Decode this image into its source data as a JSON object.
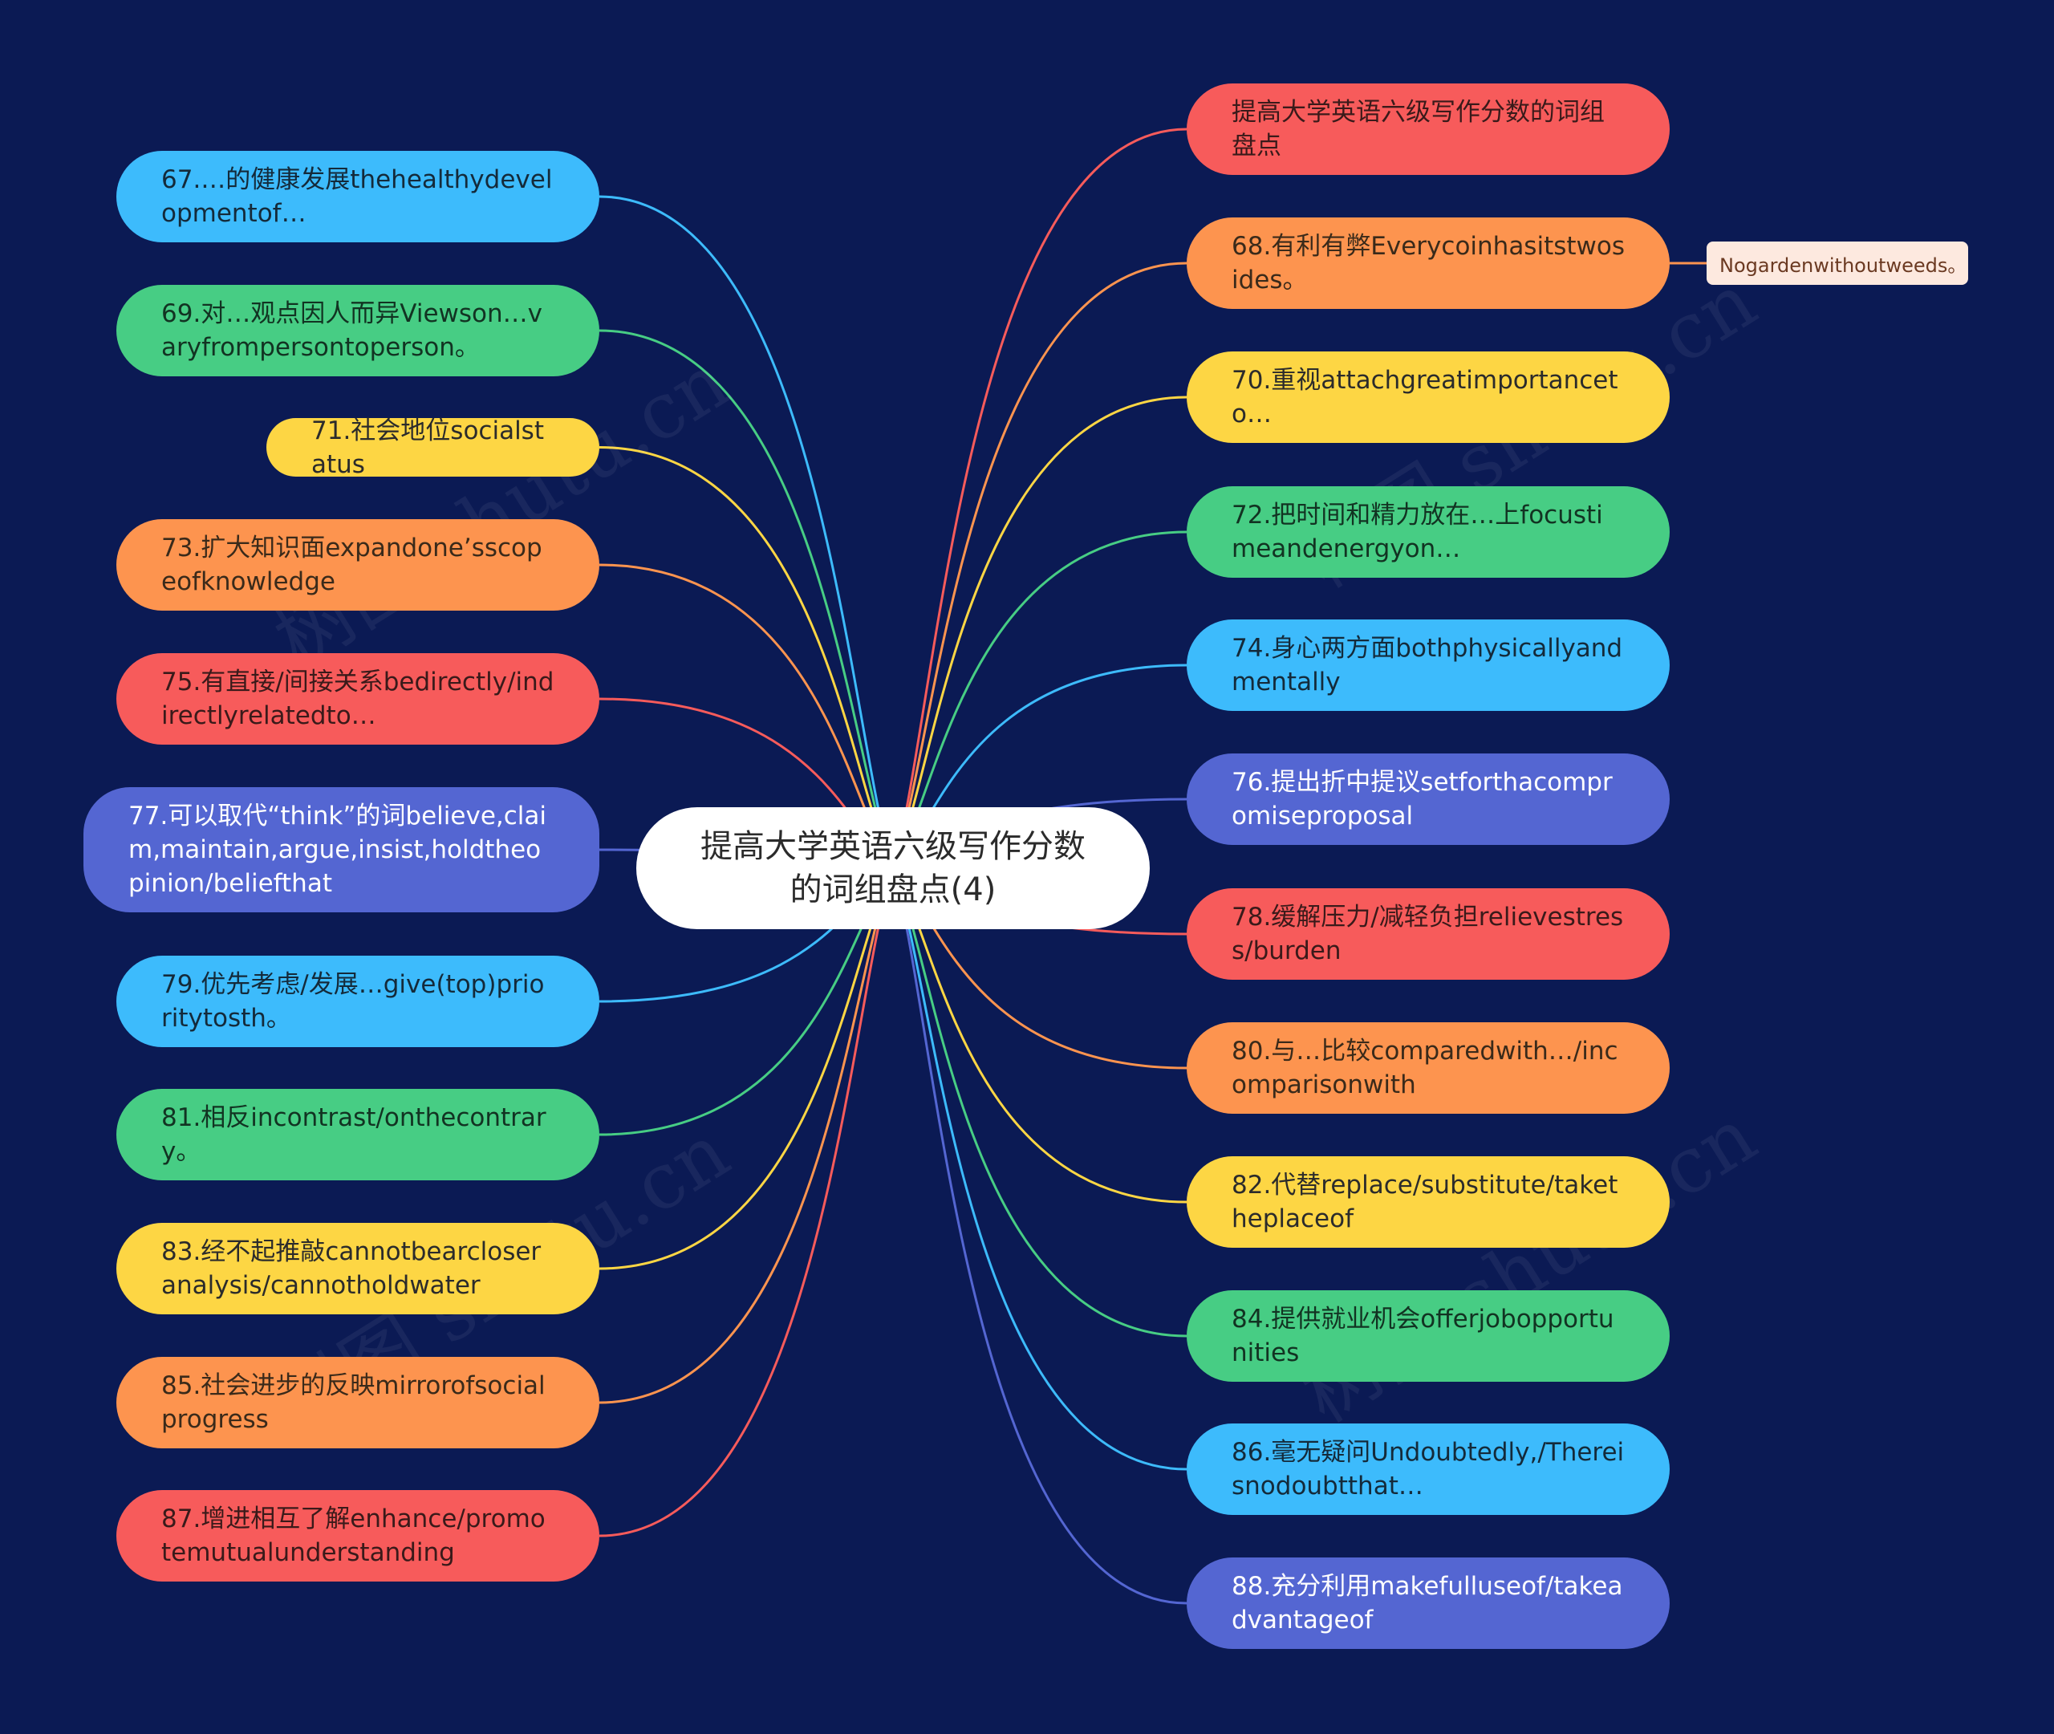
{
  "colors": {
    "background": "#0b1a54",
    "red": "#f75b5b",
    "orange": "#fd944f",
    "yellow": "#fdd644",
    "green": "#47cd84",
    "cyan": "#3dbbfc",
    "indigo": "#5466d2",
    "root": "#ffffff",
    "note": "#fde9df"
  },
  "root": {
    "label": "提高大学英语六级写作分数的词组盘点(4)"
  },
  "left": [
    {
      "label": "67.…的健康发展thehealthydevelopmentof…",
      "color": "cyan"
    },
    {
      "label": "69.对…观点因人而异Viewson…varyfrompersontoperson。",
      "color": "green"
    },
    {
      "label": "71.社会地位socialstatus",
      "color": "yellow"
    },
    {
      "label": "73.扩大知识面expandone’sscopeofknowledge",
      "color": "orange"
    },
    {
      "label": "75.有直接/间接关系bedirectly/indirectlyrelatedto…",
      "color": "red"
    },
    {
      "label": "77.可以取代“think”的词believe,claim,maintain,argue,insist,holdtheopinion/beliefthat",
      "color": "indigo"
    },
    {
      "label": "79.优先考虑/发展…give(top)prioritytosth。",
      "color": "cyan"
    },
    {
      "label": "81.相反incontrast/onthecontrary。",
      "color": "green"
    },
    {
      "label": "83.经不起推敲cannotbearcloseranalysis/cannotholdwater",
      "color": "yellow"
    },
    {
      "label": "85.社会进步的反映mirrorofsocialprogress",
      "color": "orange"
    },
    {
      "label": "87.增进相互了解enhance/promotemutualunderstanding",
      "color": "red"
    }
  ],
  "right": [
    {
      "label": "提高大学英语六级写作分数的词组盘点",
      "color": "red"
    },
    {
      "label": "68.有利有弊Everycoinhasitstwosides。",
      "color": "orange"
    },
    {
      "label": "70.重视attachgreatimportanceto…",
      "color": "yellow"
    },
    {
      "label": "72.把时间和精力放在…上focustimeandenergyon…",
      "color": "green"
    },
    {
      "label": "74.身心两方面bothphysicallyandmentally",
      "color": "cyan"
    },
    {
      "label": "76.提出折中提议setforthacompromiseproposal",
      "color": "indigo"
    },
    {
      "label": "78.缓解压力/减轻负担relievestress/burden",
      "color": "red"
    },
    {
      "label": "80.与…比较comparedwith…/incomparisonwith",
      "color": "orange"
    },
    {
      "label": "82.代替replace/substitute/taketheplaceof",
      "color": "yellow"
    },
    {
      "label": "84.提供就业机会offerjobopportunities",
      "color": "green"
    },
    {
      "label": "86.毫无疑问Undoubtedly,/Thereisnodoubtthat…",
      "color": "cyan"
    },
    {
      "label": "88.充分利用makefulluseof/takeadvantageof",
      "color": "indigo"
    }
  ],
  "note": {
    "label": "Nogardenwithoutweeds。",
    "attached_to": 1
  },
  "watermark": "树图 shutu.cn"
}
